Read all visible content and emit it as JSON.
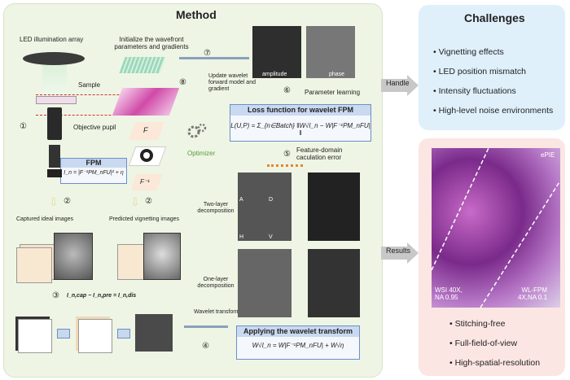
{
  "method": {
    "title": "Method",
    "led_label": "LED illumination array",
    "sample_label": "Sample",
    "init_label": "Initialize the wavefront parameters and gradients",
    "amplitude": "amplitude",
    "phase": "phase",
    "update_label": "Update wavelet forward model and gradient",
    "param_learning": "Parameter learning",
    "loss_title": "Loss function for wavelet FPM",
    "loss_formula": "L(U,P) = Σ_{n∈Batch} ‖W√I_n − W|F⁻¹PM_nFU|‖",
    "objective_label": "Objective pupil",
    "F_label": "F",
    "Finv_label": "F⁻¹",
    "fpm_title": "FPM",
    "fpm_formula": "I_n = |F⁻¹PM_nFU|² + η",
    "optimizer": "Optimizer",
    "feature_domain": "Feature-domain caculation error",
    "captured": "Captured ideal images",
    "predicted": "Predicted vignetting images",
    "two_layer": "Two-layer decomposition",
    "one_layer": "One-layer decomposition",
    "diff_formula": "I_n,cap − I_n,pre = I_n,dis",
    "wavelet_transform": "Wavelet transform",
    "apply_title": "Applying the wavelet transform",
    "apply_formula": "W√I_n = W|F⁻¹PM_nFU| + W√η",
    "tile_A": "A",
    "tile_D": "D",
    "tile_H": "H",
    "tile_V": "V",
    "steps": [
      "①",
      "②",
      "②",
      "③",
      "④",
      "⑤",
      "⑥",
      "⑦",
      "⑧"
    ]
  },
  "arrows": {
    "handle": "Handle",
    "results": "Results"
  },
  "challenges": {
    "title": "Challenges",
    "items": [
      "Vignetting effects",
      "LED position mismatch",
      "Intensity fluctuations",
      "High-level noise environments"
    ]
  },
  "results": {
    "epie": "ePIE",
    "wsi": "WSI 40X,\nNA 0.95",
    "wlfpm": "WL-FPM\n4X,NA 0.1",
    "items": [
      "Stitching-free",
      "Full-field-of-view",
      "High-spatial-resolution"
    ]
  }
}
